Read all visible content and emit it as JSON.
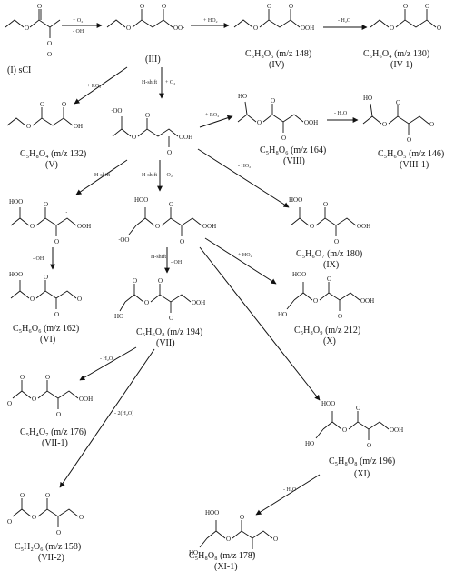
{
  "compounds": {
    "I": "(I) sCI",
    "III": "(III)",
    "IV": "C₅H₈O₅ (m/z 148)",
    "IV_id": "(IV)",
    "IV1": "C₅H₆O₄ (m/z 130)",
    "IV1_id": "(IV-1)",
    "V": "C₅H₈O₄ (m/z 132)",
    "V_id": "(V)",
    "VI": "C₅H₆O₆ (m/z 162)",
    "VI_id": "(VI)",
    "VII": "C₅H₆O₈ (m/z 194)",
    "VII_id": "(VII)",
    "VII1": "C₅H₄O₇ (m/z 176)",
    "VII1_id": "(VII-1)",
    "VII2": "C₅H₂O₆ (m/z 158)",
    "VII2_id": "(VII-2)",
    "VIII": "C₅H₈O₆ (m/z 164)",
    "VIII_id": "(VIII)",
    "VIII1": "C₅H₆O₅ (m/z 146)",
    "VIII1_id": "(VIII-1)",
    "IX": "C₅H₆O₇ (m/z 180)",
    "IX_id": "(IX)",
    "X": "C₅H₈O₉ (m/z 212)",
    "X_id": "(X)",
    "XI": "C₅H₈O₈ (m/z 196)",
    "XI_id": "(XI)",
    "XI1": "C₅H₈O₈ (m/z 178)",
    "XI1_id": "(XI-1)"
  },
  "reagents": {
    "o2": "+ O₂",
    "oh": "- OH",
    "ho2": "+ HO₂",
    "h2o": "- H₂O",
    "ro2": "+ RO₂",
    "hshift": "H-shift",
    "two_h2o": "- 2(H₂O)"
  }
}
